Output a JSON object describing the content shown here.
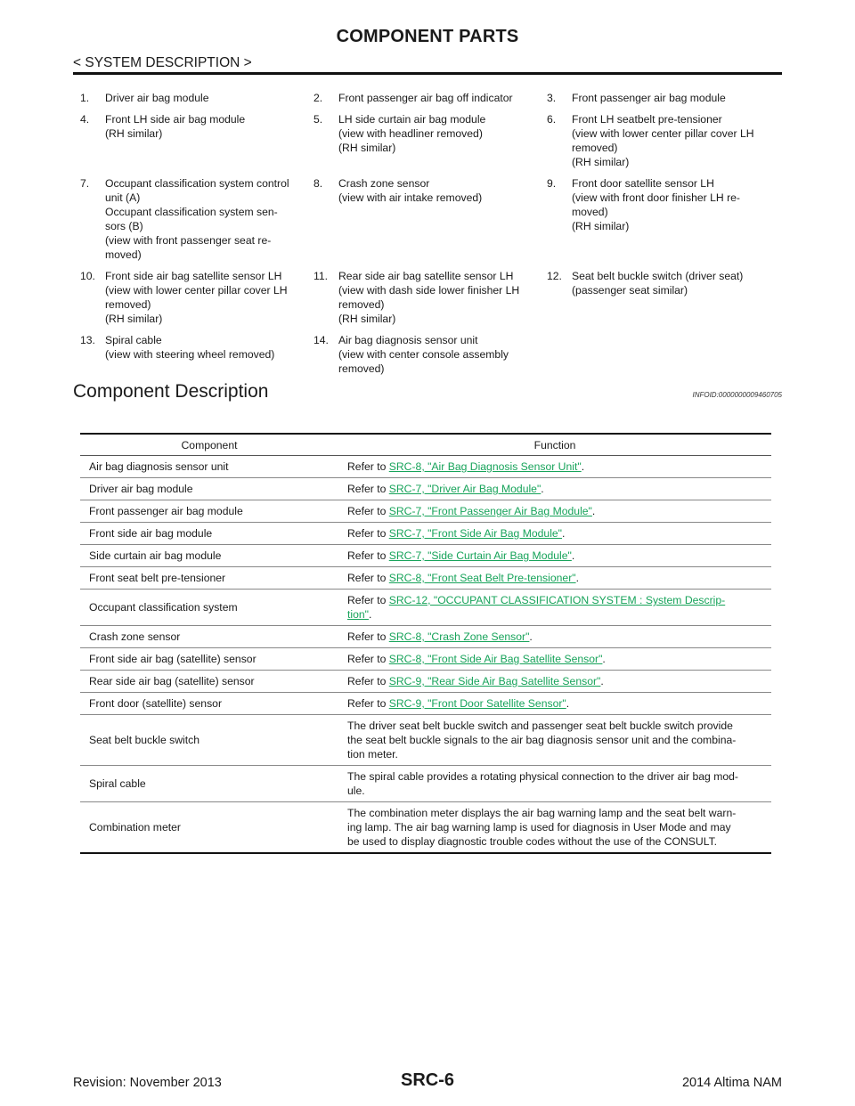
{
  "header": {
    "title": "COMPONENT PARTS",
    "section": "< SYSTEM DESCRIPTION >"
  },
  "legend": [
    [
      {
        "num": "1.",
        "lines": [
          "Driver air bag module"
        ]
      },
      {
        "num": "2.",
        "lines": [
          "Front passenger air bag off indicator"
        ]
      },
      {
        "num": "3.",
        "lines": [
          "Front passenger air bag module"
        ]
      }
    ],
    [
      {
        "num": "4.",
        "lines": [
          "Front LH side air bag module",
          "(RH similar)"
        ]
      },
      {
        "num": "5.",
        "lines": [
          "LH side curtain air bag module",
          "(view with headliner removed)",
          "(RH similar)"
        ]
      },
      {
        "num": "6.",
        "lines": [
          "Front LH seatbelt pre-tensioner",
          "(view with lower center pillar cover LH",
          "removed)",
          "(RH similar)"
        ]
      }
    ],
    [
      {
        "num": "7.",
        "lines": [
          "Occupant classification system control",
          "unit (A)",
          "Occupant classification system sen-",
          "sors (B)",
          "(view with front passenger seat re-",
          "moved)"
        ]
      },
      {
        "num": "8.",
        "lines": [
          "Crash zone sensor",
          "(view with air intake removed)"
        ]
      },
      {
        "num": "9.",
        "lines": [
          "Front door satellite sensor LH",
          "(view with front door finisher LH re-",
          "moved)",
          "(RH similar)"
        ]
      }
    ],
    [
      {
        "num": "10.",
        "lines": [
          "Front side air bag satellite sensor LH",
          "(view with lower center pillar cover LH",
          "removed)",
          "(RH similar)"
        ]
      },
      {
        "num": "11.",
        "lines": [
          "Rear side air bag satellite sensor LH",
          "(view with dash side lower finisher LH",
          "removed)",
          "(RH similar)"
        ]
      },
      {
        "num": "12.",
        "lines": [
          "Seat belt buckle switch (driver seat)",
          "(passenger seat similar)"
        ]
      }
    ],
    [
      {
        "num": "13.",
        "lines": [
          "Spiral cable",
          "(view with steering wheel removed)"
        ]
      },
      {
        "num": "14.",
        "lines": [
          "Air bag diagnosis sensor unit",
          "(view with center console assembly",
          "removed)"
        ]
      },
      null
    ]
  ],
  "description": {
    "heading": "Component Description",
    "info_id": "INFOID:0000000009460705"
  },
  "table": {
    "headers": [
      "Component",
      "Function"
    ],
    "rows": [
      {
        "component": "Air bag diagnosis sensor unit",
        "prefix": "Refer to ",
        "link_lines": [
          "SRC-8, \"Air Bag Diagnosis Sensor Unit\""
        ],
        "suffix": "."
      },
      {
        "component": "Driver air bag module",
        "prefix": "Refer to ",
        "link_lines": [
          "SRC-7, \"Driver Air Bag Module\""
        ],
        "suffix": "."
      },
      {
        "component": "Front passenger air bag module",
        "prefix": "Refer to ",
        "link_lines": [
          "SRC-7, \"Front Passenger Air Bag Module\""
        ],
        "suffix": "."
      },
      {
        "component": "Front side air bag module",
        "prefix": "Refer to ",
        "link_lines": [
          "SRC-7, \"Front Side Air Bag Module\""
        ],
        "suffix": "."
      },
      {
        "component": "Side curtain air bag module",
        "prefix": "Refer to ",
        "link_lines": [
          "SRC-7, \"Side Curtain Air Bag Module\""
        ],
        "suffix": "."
      },
      {
        "component": "Front seat belt pre-tensioner",
        "prefix": "Refer to ",
        "link_lines": [
          "SRC-8, \"Front Seat Belt Pre-tensioner\""
        ],
        "suffix": "."
      },
      {
        "component": "Occupant classification system",
        "prefix": "Refer to ",
        "link_lines": [
          "SRC-12, \"OCCUPANT CLASSIFICATION SYSTEM : System Descrip-",
          "tion\""
        ],
        "suffix": "."
      },
      {
        "component": "Crash zone sensor",
        "prefix": "Refer to ",
        "link_lines": [
          "SRC-8, \"Crash Zone Sensor\""
        ],
        "suffix": "."
      },
      {
        "component": "Front side air bag (satellite) sensor",
        "prefix": "Refer to ",
        "link_lines": [
          "SRC-8, \"Front Side Air Bag Satellite Sensor\""
        ],
        "suffix": "."
      },
      {
        "component": "Rear side air bag (satellite) sensor",
        "prefix": "Refer to ",
        "link_lines": [
          "SRC-9, \"Rear Side Air Bag Satellite Sensor\""
        ],
        "suffix": "."
      },
      {
        "component": "Front door (satellite) sensor",
        "prefix": "Refer to ",
        "link_lines": [
          "SRC-9, \"Front Door Satellite Sensor\""
        ],
        "suffix": "."
      },
      {
        "component": "Seat belt buckle switch",
        "text_lines": [
          "The driver seat belt buckle switch and passenger seat belt buckle switch provide",
          "the seat belt buckle signals to the air bag diagnosis sensor unit and the combina-",
          "tion meter."
        ]
      },
      {
        "component": "Spiral cable",
        "text_lines": [
          "The spiral cable provides a rotating physical connection to the driver air bag mod-",
          "ule."
        ]
      },
      {
        "component": "Combination meter",
        "text_lines": [
          "The combination meter displays the air bag warning lamp and the seat belt warn-",
          "ing lamp.  The air bag warning lamp is used for diagnosis in User Mode and may",
          "be used to display diagnostic trouble codes without the use of the CONSULT."
        ]
      }
    ]
  },
  "footer": {
    "revision": "Revision: November 2013",
    "page": "SRC-6",
    "model": "2014 Altima NAM"
  },
  "colors": {
    "link": "#17a35a",
    "text": "#1a1a1a"
  }
}
